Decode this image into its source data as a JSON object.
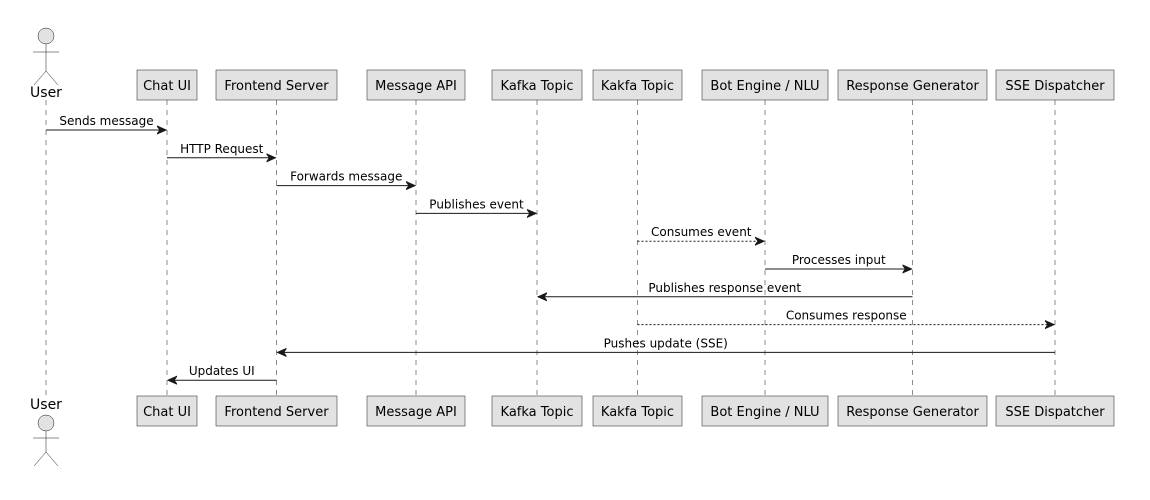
{
  "diagram": {
    "actor": {
      "label_top": "User",
      "label_bottom": "User"
    },
    "participants": [
      "Chat UI",
      "Frontend Server",
      "Message API",
      "Kafka Topic",
      "Kakfa Topic",
      "Bot Engine / NLU",
      "Response Generator",
      "SSE Dispatcher"
    ],
    "messages": [
      {
        "from": "User",
        "to": "Chat UI",
        "label": "Sends message",
        "style": "solid"
      },
      {
        "from": "Chat UI",
        "to": "Frontend Server",
        "label": "HTTP Request",
        "style": "solid"
      },
      {
        "from": "Frontend Server",
        "to": "Message API",
        "label": "Forwards message",
        "style": "solid"
      },
      {
        "from": "Message API",
        "to": "Kafka Topic",
        "label": "Publishes event",
        "style": "solid"
      },
      {
        "from": "Kakfa Topic",
        "to": "Bot Engine / NLU",
        "label": "Consumes event",
        "style": "dashed"
      },
      {
        "from": "Bot Engine / NLU",
        "to": "Response Generator",
        "label": "Processes input",
        "style": "solid"
      },
      {
        "from": "Response Generator",
        "to": "Kafka Topic",
        "label": "Publishes response event",
        "style": "solid"
      },
      {
        "from": "Kakfa Topic",
        "to": "SSE Dispatcher",
        "label": "Consumes response",
        "style": "dashed"
      },
      {
        "from": "SSE Dispatcher",
        "to": "Frontend Server",
        "label": "Pushes update (SSE)",
        "style": "solid"
      },
      {
        "from": "Frontend Server",
        "to": "Chat UI",
        "label": "Updates UI",
        "style": "solid"
      }
    ]
  }
}
